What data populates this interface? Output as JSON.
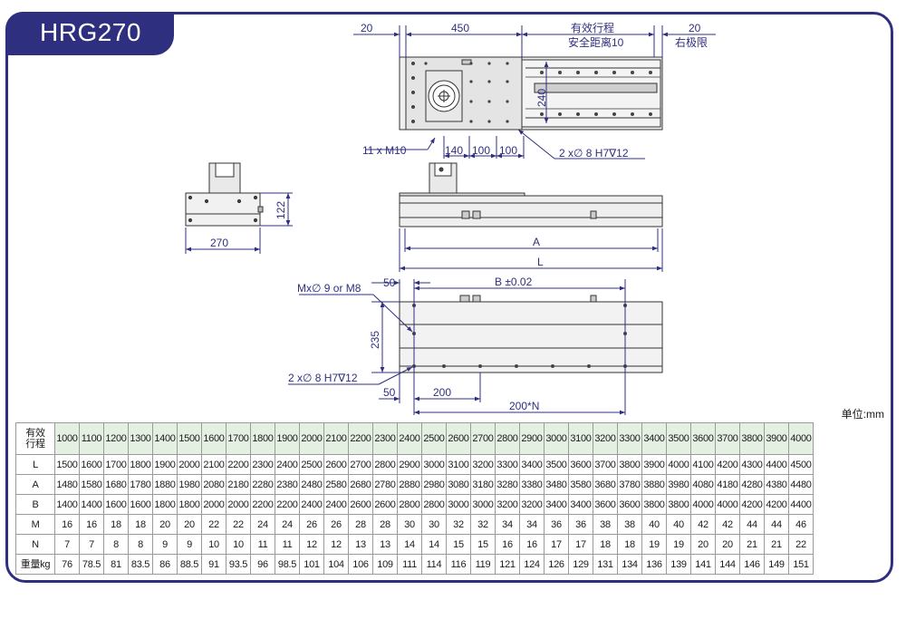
{
  "title": "HRG270",
  "unit_label": "单位:mm",
  "dimensions": {
    "top_20_left": "20",
    "top_450": "450",
    "stroke_label": "有效行程",
    "safety_label": "安全距离10",
    "top_20_right": "20",
    "right_limit": "右极限",
    "v240": "240",
    "m10": "11 x  M10",
    "d140": "140",
    "d100a": "100",
    "d100b": "100",
    "pin_top": "2 x∅ 8 H7∇12",
    "h122": "122",
    "w270": "270",
    "dimA": "A",
    "dimL": "L",
    "mx": "Mx∅ 9 or M8",
    "d50_top": "50",
    "b002": "B ±0.02",
    "h235": "235",
    "pin_bottom": "2 x∅ 8 H7∇12",
    "d50_bottom": "50",
    "d200": "200",
    "d200n": "200*N"
  },
  "table": {
    "rows": [
      {
        "label": [
          "有效",
          "行程"
        ],
        "values": [
          "1000",
          "1100",
          "1200",
          "1300",
          "1400",
          "1500",
          "1600",
          "1700",
          "1800",
          "1900",
          "2000",
          "2100",
          "2200",
          "2300",
          "2400",
          "2500",
          "2600",
          "2700",
          "2800",
          "2900",
          "3000",
          "3100",
          "3200",
          "3300",
          "3400",
          "3500",
          "3600",
          "3700",
          "3800",
          "3900",
          "4000"
        ]
      },
      {
        "label": [
          "L"
        ],
        "values": [
          "1500",
          "1600",
          "1700",
          "1800",
          "1900",
          "2000",
          "2100",
          "2200",
          "2300",
          "2400",
          "2500",
          "2600",
          "2700",
          "2800",
          "2900",
          "3000",
          "3100",
          "3200",
          "3300",
          "3400",
          "3500",
          "3600",
          "3700",
          "3800",
          "3900",
          "4000",
          "4100",
          "4200",
          "4300",
          "4400",
          "4500"
        ]
      },
      {
        "label": [
          "A"
        ],
        "values": [
          "1480",
          "1580",
          "1680",
          "1780",
          "1880",
          "1980",
          "2080",
          "2180",
          "2280",
          "2380",
          "2480",
          "2580",
          "2680",
          "2780",
          "2880",
          "2980",
          "3080",
          "3180",
          "3280",
          "3380",
          "3480",
          "3580",
          "3680",
          "3780",
          "3880",
          "3980",
          "4080",
          "4180",
          "4280",
          "4380",
          "4480"
        ]
      },
      {
        "label": [
          "B"
        ],
        "values": [
          "1400",
          "1400",
          "1600",
          "1600",
          "1800",
          "1800",
          "2000",
          "2000",
          "2200",
          "2200",
          "2400",
          "2400",
          "2600",
          "2600",
          "2800",
          "2800",
          "3000",
          "3000",
          "3200",
          "3200",
          "3400",
          "3400",
          "3600",
          "3600",
          "3800",
          "3800",
          "4000",
          "4000",
          "4200",
          "4200",
          "4400"
        ]
      },
      {
        "label": [
          "M"
        ],
        "values": [
          "16",
          "16",
          "18",
          "18",
          "20",
          "20",
          "22",
          "22",
          "24",
          "24",
          "26",
          "26",
          "28",
          "28",
          "30",
          "30",
          "32",
          "32",
          "34",
          "34",
          "36",
          "36",
          "38",
          "38",
          "40",
          "40",
          "42",
          "42",
          "44",
          "44",
          "46"
        ]
      },
      {
        "label": [
          "N"
        ],
        "values": [
          "7",
          "7",
          "8",
          "8",
          "9",
          "9",
          "10",
          "10",
          "11",
          "11",
          "12",
          "12",
          "13",
          "13",
          "14",
          "14",
          "15",
          "15",
          "16",
          "16",
          "17",
          "17",
          "18",
          "18",
          "19",
          "19",
          "20",
          "20",
          "21",
          "21",
          "22"
        ]
      },
      {
        "label": [
          "重量kg"
        ],
        "values": [
          "76",
          "78.5",
          "81",
          "83.5",
          "86",
          "88.5",
          "91",
          "93.5",
          "96",
          "98.5",
          "101",
          "104",
          "106",
          "109",
          "111",
          "114",
          "116",
          "119",
          "121",
          "124",
          "126",
          "129",
          "131",
          "134",
          "136",
          "139",
          "141",
          "144",
          "146",
          "149",
          "151"
        ]
      }
    ]
  }
}
